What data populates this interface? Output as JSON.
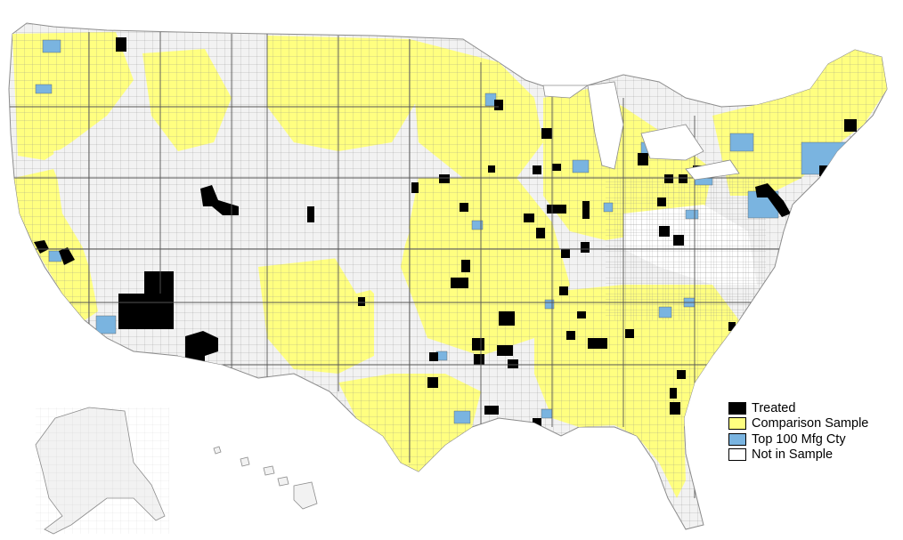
{
  "colors": {
    "treated": "#000000",
    "comparison": "#ffff80",
    "top100": "#7ab4e0",
    "not_in_sample": "#f2f2f2",
    "border": "#8c8c8c"
  },
  "legend": {
    "items": [
      {
        "label": "Treated",
        "color": "#000000"
      },
      {
        "label": "Comparison Sample",
        "color": "#ffff80"
      },
      {
        "label": "Top 100 Mfg Cty",
        "color": "#7ab4e0"
      },
      {
        "label": "Not in Sample",
        "color": "#ffffff"
      }
    ]
  }
}
